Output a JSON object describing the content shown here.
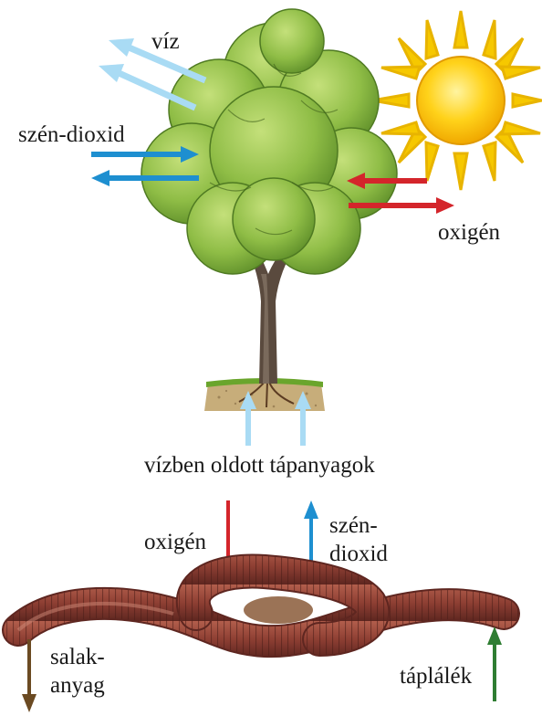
{
  "labels": {
    "viz": "víz",
    "szen_dioxid_top": "szén-dioxid",
    "oxigen_top": "oxigén",
    "vizben_oldott": "vízben oldott tápanyagok",
    "oxigen_bottom": "oxigén",
    "szen_bottom_1": "szén-",
    "szen_bottom_2": "dioxid",
    "salak_1": "salak-",
    "salak_2": "anyag",
    "taplalek": "táplálék"
  },
  "colors": {
    "water_arrow": "#a9dbf4",
    "co2_arrow": "#1e8fd0",
    "oxygen_arrow": "#d4252b",
    "waste_arrow": "#6b4a22",
    "food_arrow": "#2e7d32",
    "sun": "#f6c800",
    "foliage": "#7fb23a",
    "worm": "#8e3f33"
  },
  "icons": [
    "tree",
    "sun",
    "earthworm",
    "soil"
  ]
}
